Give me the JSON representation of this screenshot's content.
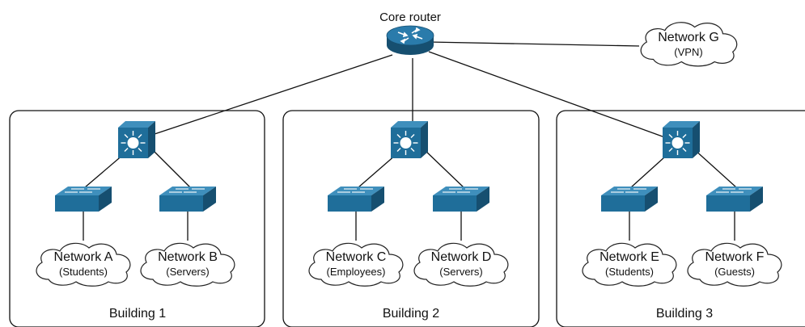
{
  "colors": {
    "device_fill": "#1f6e9a",
    "device_fill_light": "#3f8fbc",
    "device_fill_dark": "#164f70",
    "line": "#111111",
    "background": "#ffffff"
  },
  "core": {
    "label": "Core router",
    "icon": "router-icon"
  },
  "network_g": {
    "name": "Network G",
    "sub": "(VPN)"
  },
  "buildings": [
    {
      "label": "Building 1",
      "networks": [
        {
          "name": "Network A",
          "sub": "(Students)"
        },
        {
          "name": "Network B",
          "sub": "(Servers)"
        }
      ]
    },
    {
      "label": "Building 2",
      "networks": [
        {
          "name": "Network C",
          "sub": "(Employees)"
        },
        {
          "name": "Network D",
          "sub": "(Servers)"
        }
      ]
    },
    {
      "label": "Building 3",
      "networks": [
        {
          "name": "Network E",
          "sub": "(Students)"
        },
        {
          "name": "Network F",
          "sub": "(Guests)"
        }
      ]
    }
  ]
}
